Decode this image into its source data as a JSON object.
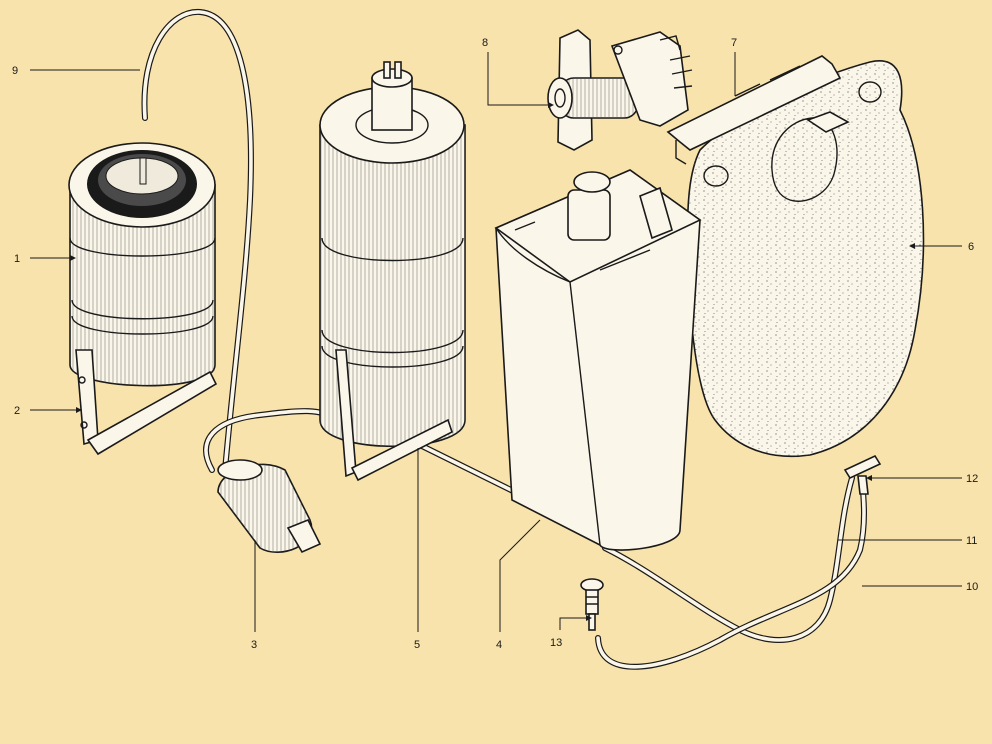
{
  "callouts": {
    "c1": "1",
    "c2": "2",
    "c3": "3",
    "c4": "4",
    "c5": "5",
    "c6": "6",
    "c7": "7",
    "c8": "8",
    "c9": "9",
    "c10": "10",
    "c11": "11",
    "c12": "12",
    "c13": "13"
  },
  "colors": {
    "background": "#f8e3ac",
    "ink": "#1a1a1a",
    "paper": "#fbf6ea"
  }
}
